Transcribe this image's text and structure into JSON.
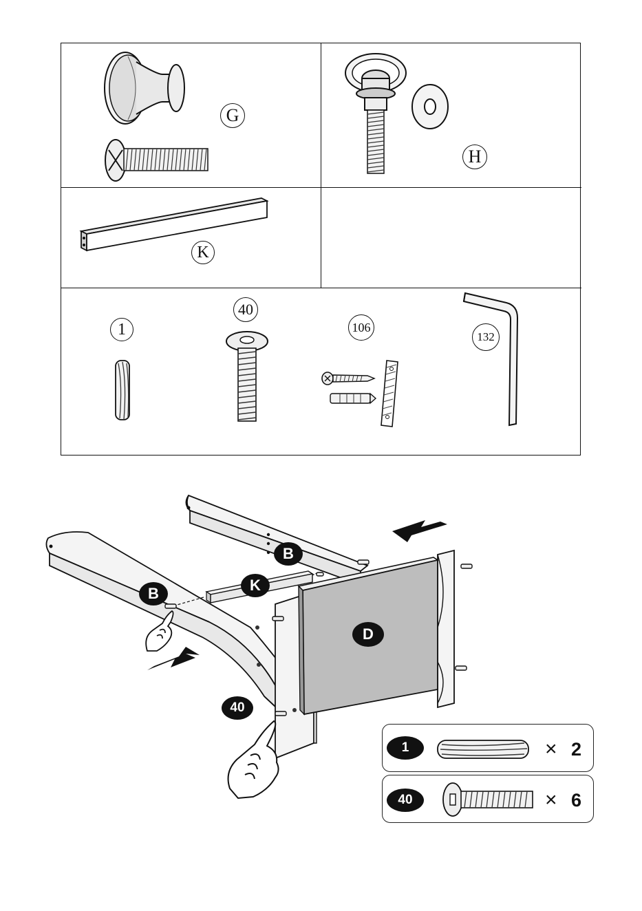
{
  "parts_table": {
    "G": {
      "label": "G"
    },
    "H": {
      "label": "H"
    },
    "K": {
      "label": "K"
    },
    "hardware": [
      {
        "label": "1"
      },
      {
        "label": "40"
      },
      {
        "label": "106"
      },
      {
        "label": "132"
      }
    ]
  },
  "assembly": {
    "badges": {
      "B_top": "B",
      "B_left": "B",
      "K": "K",
      "D": "D",
      "screw": "40"
    },
    "quantities": [
      {
        "part": "1",
        "times": "×",
        "count": "2"
      },
      {
        "part": "40",
        "times": "×",
        "count": "6"
      }
    ]
  }
}
